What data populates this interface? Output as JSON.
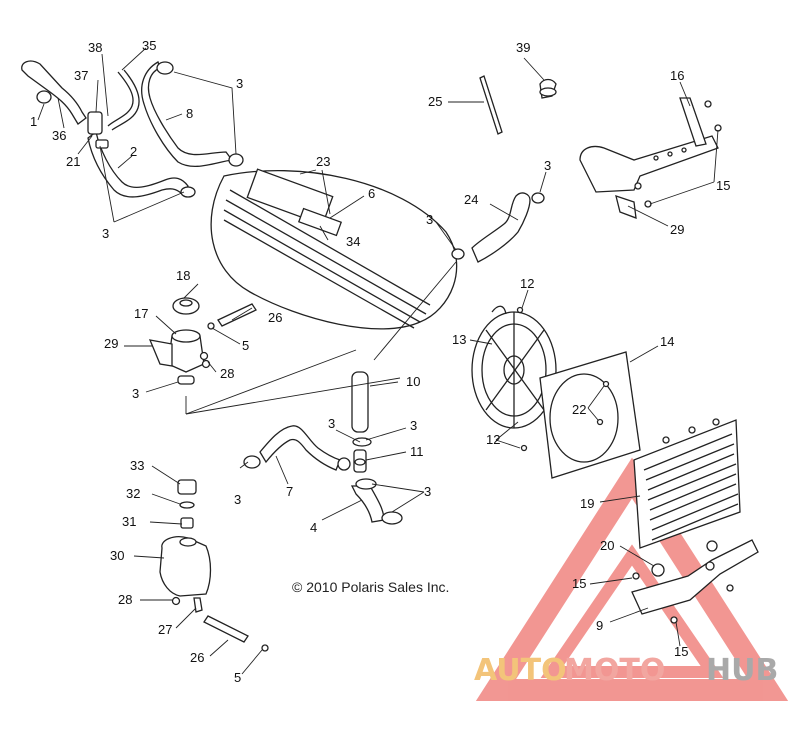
{
  "diagram": {
    "copyright": "© 2010 Polaris Sales Inc.",
    "callouts": [
      "1",
      "2",
      "3",
      "4",
      "5",
      "6",
      "7",
      "8",
      "9",
      "10",
      "11",
      "12",
      "13",
      "14",
      "15",
      "16",
      "17",
      "18",
      "19",
      "20",
      "21",
      "22",
      "23",
      "24",
      "25",
      "26",
      "27",
      "28",
      "29",
      "30",
      "31",
      "32",
      "33",
      "34",
      "35",
      "36",
      "37",
      "38",
      "39"
    ]
  },
  "watermark": {
    "part1": "AUTO",
    "part2": "MOTO",
    "part3": "HUB",
    "triangle_color": "#e8413a",
    "text_colors": [
      "#f3c47a",
      "#f2a6a0",
      "#a9a9a9"
    ]
  }
}
